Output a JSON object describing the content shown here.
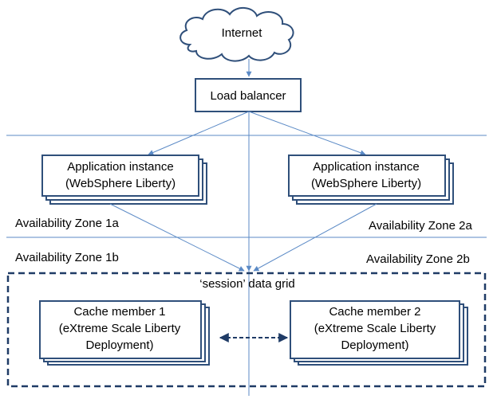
{
  "colors": {
    "box_stroke": "#2f4f7a",
    "line": "#5b8ac6",
    "cloud_stroke": "#2f4f7a",
    "text": "#000000"
  },
  "internet": {
    "label": "Internet"
  },
  "load_balancer": {
    "label": "Load balancer"
  },
  "app_instances": [
    {
      "line1": "Application instance",
      "line2": "(WebSphere  Liberty)"
    },
    {
      "line1": "Application instance",
      "line2": "(WebSphere  Liberty)"
    }
  ],
  "zones": {
    "z1a": "Availability Zone 1a",
    "z2a": "Availability Zone 2a",
    "z1b": "Availability Zone 1b",
    "z2b": "Availability Zone 2b"
  },
  "data_grid": {
    "label": "‘session’ data grid"
  },
  "cache_members": [
    {
      "line1": "Cache member 1",
      "line2": "(eXtreme Scale Liberty",
      "line3": "Deployment)"
    },
    {
      "line1": "Cache member 2",
      "line2": "(eXtreme Scale Liberty",
      "line3": "Deployment)"
    }
  ]
}
